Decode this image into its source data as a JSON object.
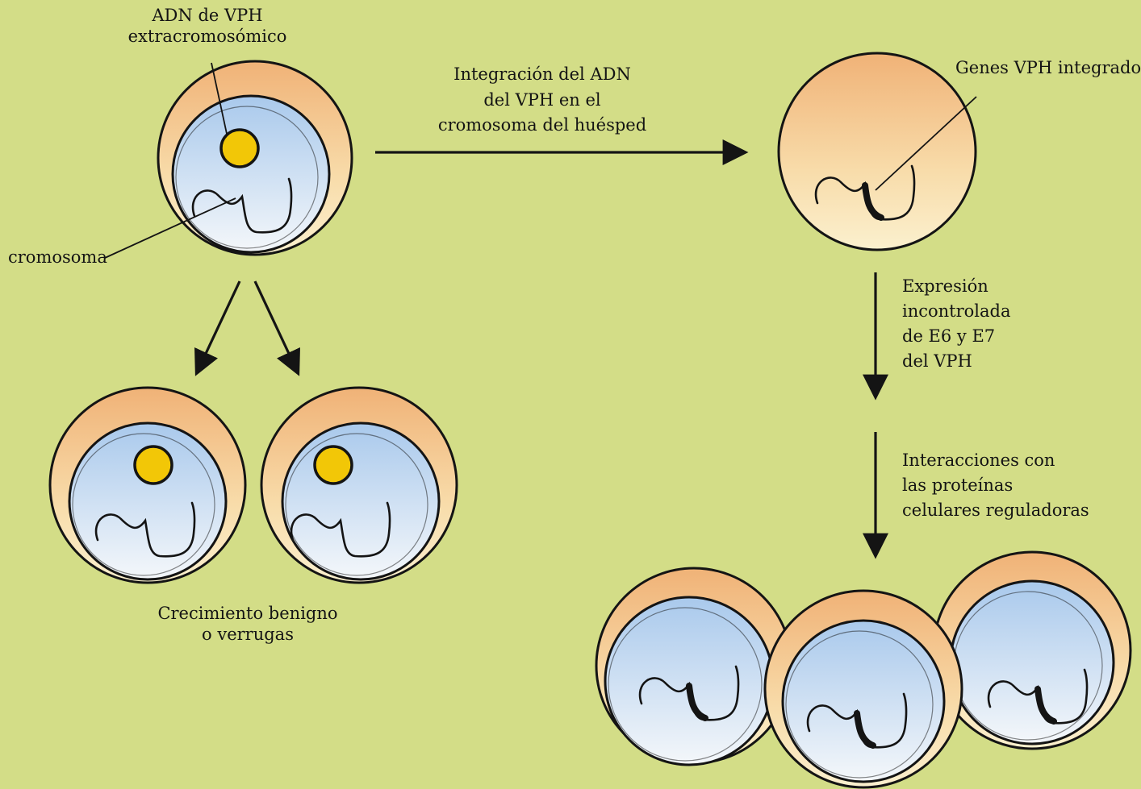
{
  "colors": {
    "background": "#d3dd87",
    "cell_outer": "#f0b277",
    "cell_inner": "#fbf0ce",
    "nucleus_top": "#a9c9ec",
    "nucleus_bottom": "#f4f7fa",
    "episome": "#f2c707",
    "ink": "#141414"
  },
  "labels": {
    "adn_line1": "ADN de VPH",
    "adn_line2": "extracromosómico",
    "cromosoma": "cromosoma",
    "integration_line1": "Integración del ADN",
    "integration_line2": "del VPH en el",
    "integration_line3": "cromosoma del huésped",
    "genes": "Genes VPH integrados",
    "expression_line1": "Expresión",
    "expression_line2": "incontrolada",
    "expression_line3": "de E6 y E7",
    "expression_line4": "del VPH",
    "interactions_line1": "Interacciones con",
    "interactions_line2": "las proteínas",
    "interactions_line3": "celulares reguladoras",
    "benign_line1": "Crecimiento benigno",
    "benign_line2": "o verrugas"
  }
}
